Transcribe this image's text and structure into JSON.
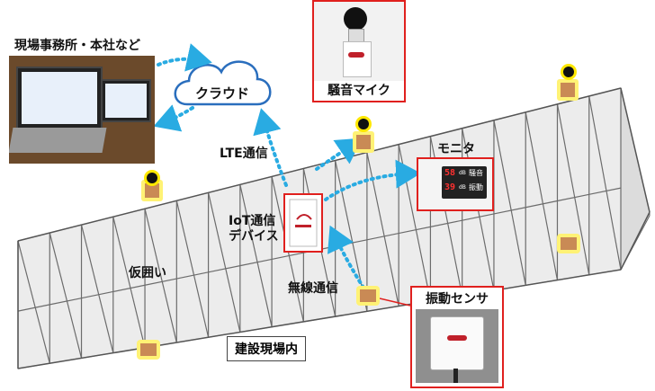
{
  "labels": {
    "office": "現場事務所・本社など",
    "cloud": "クラウド",
    "lte": "LTE通信",
    "iot": "IoT通信\nデバイス",
    "fence": "仮囲い",
    "wireless": "無線通信",
    "site": "建設現場内",
    "mic": "騒音マイク",
    "monitor": "モニタ",
    "vibration": "振動センサ"
  },
  "monitor_display": {
    "row1_value": "58",
    "row1_unit": "dB",
    "row1_label": "騒音",
    "row2_value": "39",
    "row2_unit": "dB",
    "row2_label": "振動"
  },
  "colors": {
    "arrow": "#29abe2",
    "frame": "#e0201e",
    "fence_line": "#666666",
    "fence_fill": "#e9e9e9",
    "sensor_glow": "#ffe800"
  }
}
